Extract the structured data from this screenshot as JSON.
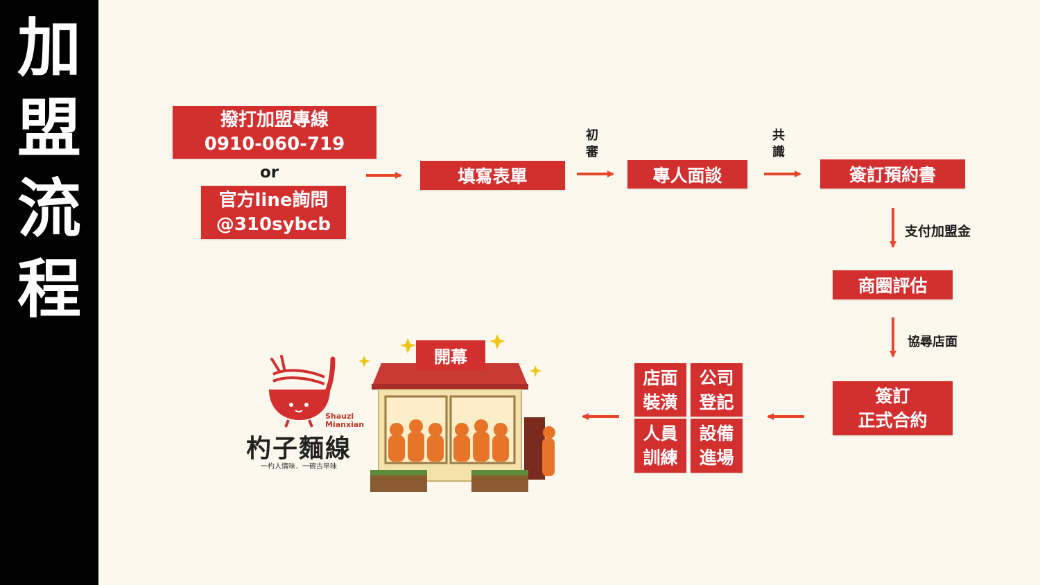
{
  "page": {
    "title_chars": [
      "加",
      "盟",
      "流",
      "程"
    ]
  },
  "flow": {
    "call": {
      "line1": "撥打加盟專線",
      "line2": "0910-060-719"
    },
    "or_label": "or",
    "line": {
      "line1": "官方line詢問",
      "line2": "@310sybcb"
    },
    "fill_form": "填寫表單",
    "review_chars": [
      "初",
      "審"
    ],
    "interview": "專人面談",
    "consensus_chars": [
      "共",
      "識"
    ],
    "sign_prebook": "簽訂預約書",
    "pay_fee": "支付加盟金",
    "area_eval": "商圈評估",
    "find_store": "協尋店面",
    "contract": {
      "line1": "簽訂",
      "line2": "正式合約"
    },
    "tasks": [
      {
        "line1": "店面",
        "line2": "裝潢"
      },
      {
        "line1": "公司",
        "line2": "登記"
      },
      {
        "line1": "人員",
        "line2": "訓練"
      },
      {
        "line1": "設備",
        "line2": "進場"
      }
    ],
    "opening": "開幕"
  },
  "logo": {
    "brand": "杓子麵線",
    "en_line1": "Shauzi",
    "en_line2": "Mianxian",
    "tagline": "一杓人情味．一碗古早味"
  },
  "colors": {
    "accent": "#d42f2f",
    "arrow": "#e8452c",
    "background": "#fcf8ee",
    "sidebar": "#000000"
  }
}
